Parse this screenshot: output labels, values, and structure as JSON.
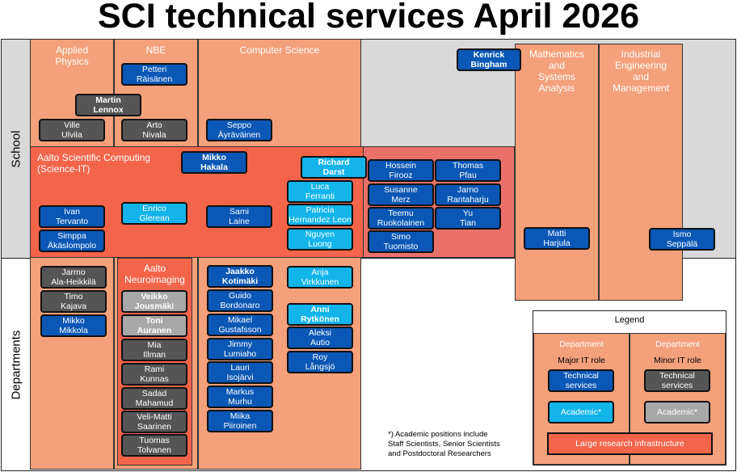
{
  "title": "SCI technical services April 2026",
  "bands": {
    "school": "School",
    "departments": "Departments"
  },
  "columns": {
    "applied_physics": "Applied\nPhysics",
    "nbe": "NBE",
    "computer_science": "Computer Science",
    "math_systems": "Mathematics\nand\nSystems\nAnalysis",
    "industrial_eng": "Industrial\nEngineering\nand\nManagement",
    "science_it": "Aalto Scientific Computing\n(Science-IT)",
    "neuroimaging": "Aalto\nNeuroimaging"
  },
  "people": {
    "kenrick": "Kenrick\nBingham",
    "petteri": "Petteri\nRäisänen",
    "martin": "Martin\nLennox",
    "ville": "Ville\nUlvila",
    "arto": "Arto\nNivala",
    "seppo": "Seppo\nÄyräväinen",
    "mikko_h": "Mikko\nHakala",
    "richard": "Richard\nDarst",
    "hossein": "Hossein\nFirooz",
    "thomas": "Thomas\nPfau",
    "luca": "Luca\nFerranti",
    "susanne": "Susanne\nMerz",
    "jarno_r": "Jarno\nRantaharju",
    "ivan": "Ivan\nTervanto",
    "enrico": "Enrico\nGlerean",
    "sami": "Sami\nLaine",
    "patricia": "Patricia\nHernandez Leon",
    "teemu": "Teemu\nRuokolainen",
    "yu": "Yu\nTian",
    "simppa": "Simppa\nÄkäslompolo",
    "nguyen": "Nguyen\nLuong",
    "simo": "Simo\nTuomisto",
    "matti": "Matti\nHarjula",
    "ismo": "Ismo\nSeppälä",
    "jarmo": "Jarmo\nAla-Heikkilä",
    "timo": "Timo\nKajava",
    "mikko_m": "Mikko\nMikkola",
    "veikko": "Veikko\nJousmäki",
    "toni": "Toni\nAuranen",
    "mia": "Mia\nIllman",
    "rami": "Rami\nKunnas",
    "sadad": "Sadad\nMahamud",
    "velimatti": "Veli-Matti\nSaarinen",
    "tuomas": "Tuomas\nTolvanen",
    "jaakko": "Jaakko\nKotimäki",
    "guido": "Guido\nBordonaro",
    "mikael": "Mikael\nGustafsson",
    "jimmy": "Jimmy\nLumiaho",
    "lauri": "Lauri\nIsojärvi",
    "markus": "Markus\nMurhu",
    "miika": "Miika\nPiiroinen",
    "anja": "Anja\nVirkkunen",
    "anni": "Anni\nRytkönen",
    "aleksi": "Aleksi\nAutio",
    "roy": "Roy\nLångsjö"
  },
  "legend": {
    "title": "Legend",
    "dept_left": "Department",
    "dept_right": "Department",
    "major": "Major IT role",
    "minor": "Minor IT role",
    "tech_major": "Technical\nservices",
    "tech_minor": "Technical\nservices",
    "academic_major": "Academic*",
    "academic_minor": "Academic*",
    "infra": "Large research infrastructure"
  },
  "note": "*) Academic positions include\nStaff Scientists, Senior Scientists\nand Postdoctoral Researchers",
  "colors": {
    "technical_major": "#0a57b5",
    "technical_minor": "#555555",
    "academic_major": "#12b4ea",
    "academic_minor": "#a8a8a8",
    "department_fill": "#f4a07a",
    "infrastructure_fill": "#f3654a",
    "school_band": "#d9d9d9"
  }
}
